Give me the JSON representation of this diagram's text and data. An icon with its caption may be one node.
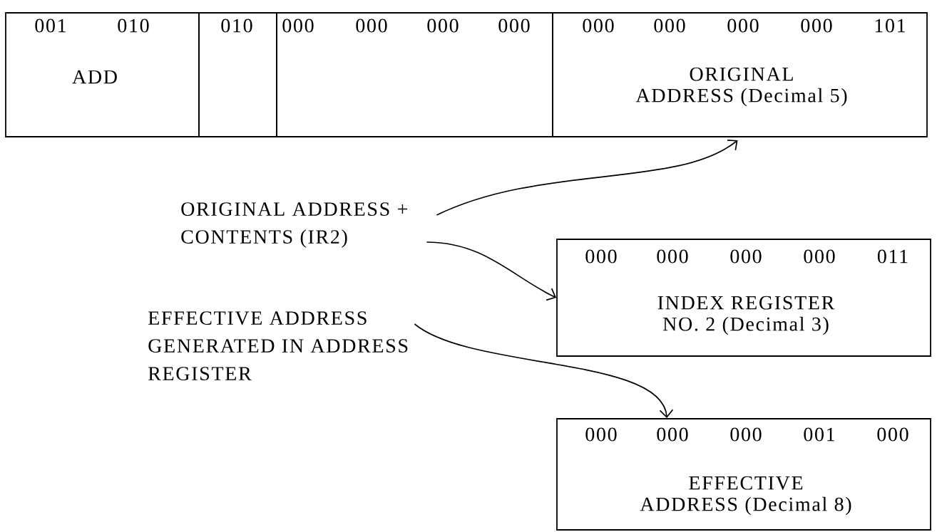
{
  "diagram": {
    "nodes": [
      {
        "text": [
          "001",
          "010",
          "ADD"
        ]
      },
      {
        "text": [
          "010"
        ]
      },
      {
        "text": [
          "000",
          "000",
          "000",
          "000"
        ]
      },
      {
        "text": [
          "000",
          "000",
          "000",
          "000",
          "101",
          "ORIGINAL ADDRESS (Decimal 5)"
        ]
      },
      {
        "text": [
          "ORIGINAL ADDRESS + CONTENTS (IR2)"
        ]
      },
      {
        "text": [
          "000",
          "000",
          "000",
          "000",
          "011",
          "INDEX REGISTER NO. 2 (Decimal 3)"
        ]
      },
      {
        "text": [
          "EFFECTIVE ADDRESS GENERATED IN ADDRESS REGISTER"
        ]
      },
      {
        "text": [
          "000",
          "000",
          "000",
          "001",
          "000",
          "EFFECTIVE ADDRESS (Decimal 8)"
        ]
      }
    ],
    "edges": [
      {
        "from": 4,
        "to": 3,
        "arrow": "to"
      },
      {
        "from": 4,
        "to": 5,
        "arrow": "to"
      },
      {
        "from": 6,
        "to": 7,
        "arrow": "to"
      }
    ]
  }
}
